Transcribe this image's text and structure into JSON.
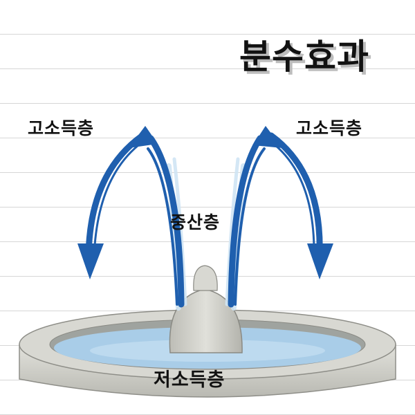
{
  "title": "분수효과",
  "labels": {
    "upper_left": "고소득층",
    "upper_right": "고소득층",
    "middle": "중산층",
    "lower": "저소득층"
  },
  "colors": {
    "arrow": "#1f5fae",
    "stone": "#cfcfc9",
    "water": "#a9cde8"
  }
}
